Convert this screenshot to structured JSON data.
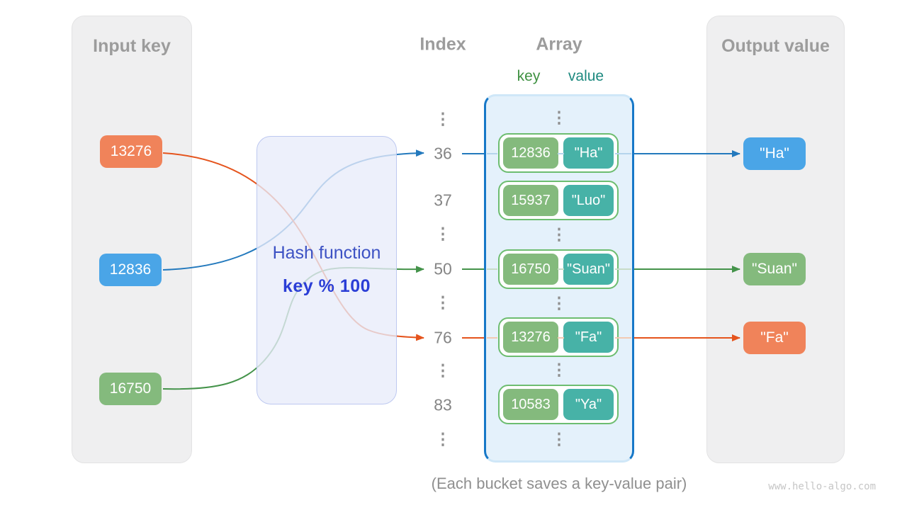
{
  "diagram": {
    "caption": "(Each bucket saves a key-value pair)",
    "watermark": "www.hello-algo.com"
  },
  "input_panel": {
    "title": "Input key",
    "items": [
      {
        "label": "13276",
        "color": "#f0835a"
      },
      {
        "label": "12836",
        "color": "#4aa5e7"
      },
      {
        "label": "16750",
        "color": "#84ba7d"
      }
    ]
  },
  "hash_box": {
    "title": "Hash function",
    "formula": "key % 100"
  },
  "index_column": {
    "title": "Index",
    "rows": [
      {
        "type": "dots",
        "label": "⋮"
      },
      {
        "type": "num",
        "label": "36"
      },
      {
        "type": "num",
        "label": "37"
      },
      {
        "type": "dots",
        "label": "⋮"
      },
      {
        "type": "num",
        "label": "50"
      },
      {
        "type": "dots",
        "label": "⋮"
      },
      {
        "type": "num",
        "label": "76"
      },
      {
        "type": "dots",
        "label": "⋮"
      },
      {
        "type": "num",
        "label": "83"
      },
      {
        "type": "dots",
        "label": "⋮"
      }
    ]
  },
  "array_panel": {
    "title": "Array",
    "key_label": "key",
    "value_label": "value",
    "ellipsis": "⋮",
    "buckets": [
      {
        "key": "12836",
        "value": "\"Ha\""
      },
      {
        "key": "15937",
        "value": "\"Luo\""
      },
      {
        "key": "16750",
        "value": "\"Suan\""
      },
      {
        "key": "13276",
        "value": "\"Fa\""
      },
      {
        "key": "10583",
        "value": "\"Ya\""
      }
    ]
  },
  "output_panel": {
    "title": "Output value",
    "items": [
      {
        "label": "\"Ha\"",
        "color": "#4aa5e7"
      },
      {
        "label": "\"Suan\"",
        "color": "#84ba7d"
      },
      {
        "label": "\"Fa\"",
        "color": "#f0835a"
      }
    ]
  },
  "colors": {
    "panel_gray": "#efeff0",
    "heading_gray": "#9c9c9c",
    "index_gray": "#858585",
    "orange": "#f0835a",
    "blue": "#4aa5e7",
    "green": "#84ba7d",
    "teal": "#47b2a7",
    "arrow_orange": "#e5541d",
    "arrow_blue": "#2379bd",
    "arrow_green": "#44934a",
    "array_fill": "#e4f1fb",
    "array_border": "#1778c8",
    "bucket_border": "#6dbd70",
    "hash_fill": "#e8ecfa",
    "hash_text": "#3d52c4",
    "hash_formula_text": "#2b3ed6",
    "key_label_green": "#3f9142",
    "value_label_teal": "#1f8a80"
  }
}
